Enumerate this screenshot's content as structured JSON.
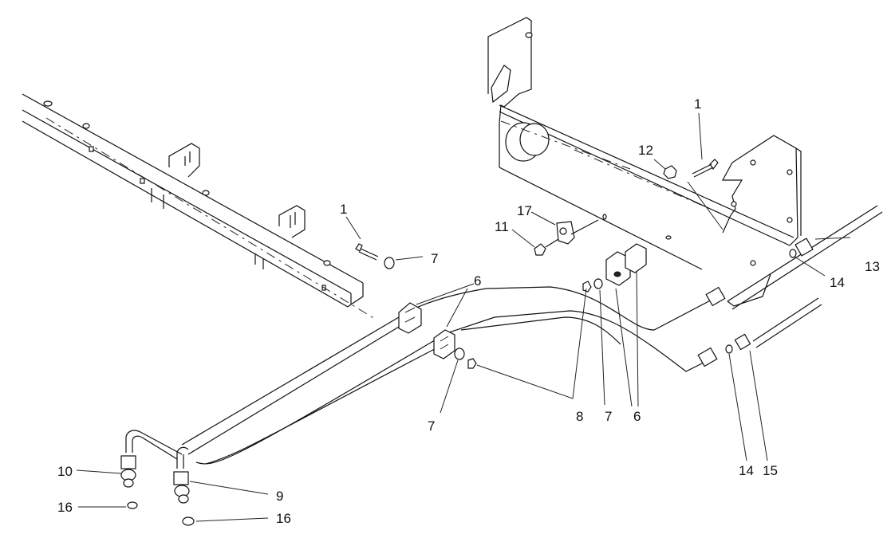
{
  "diagram": {
    "callouts": {
      "c1_left": "1",
      "c1_right": "1",
      "c6_top": "6",
      "c6_bottom": "6",
      "c7_top": "7",
      "c7_bottom_left": "7",
      "c7_bottom_mid": "7",
      "c8": "8",
      "c9": "9",
      "c10": "10",
      "c11": "11",
      "c12": "12",
      "c13": "13",
      "c14_right": "14",
      "c14_bottom": "14",
      "c15": "15",
      "c16_left": "16",
      "c16_right": "16",
      "c17": "17"
    }
  }
}
